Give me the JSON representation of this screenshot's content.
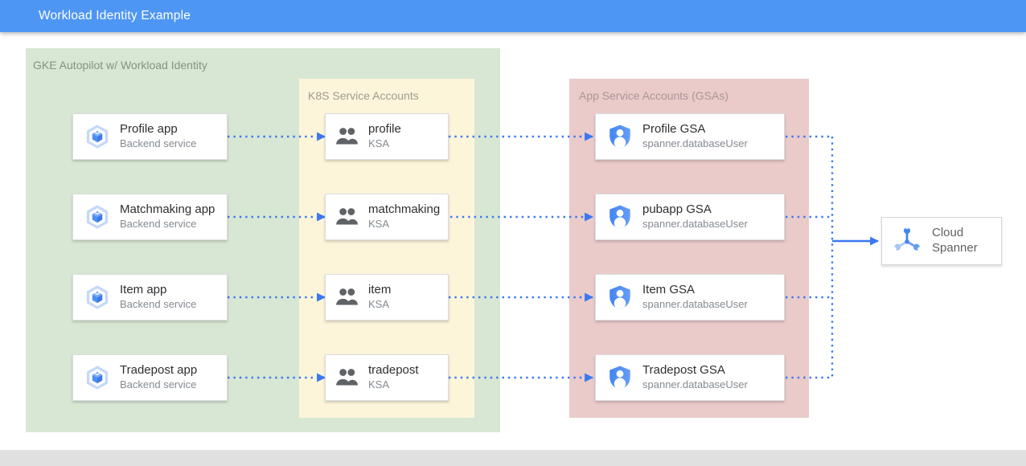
{
  "topbar": {
    "title": "Workload Identity Example"
  },
  "containers": {
    "gke_label": "GKE Autopilot w/ Workload Identity",
    "ksa_label": "K8S Service Accounts",
    "gsa_label": "App Service Accounts (GSAs)"
  },
  "rows": [
    {
      "app": {
        "name": "Profile app",
        "subtitle": "Backend service"
      },
      "ksa": {
        "name": "profile",
        "subtitle": "KSA"
      },
      "gsa": {
        "name": "Profile GSA",
        "subtitle": "spanner.databaseUser"
      }
    },
    {
      "app": {
        "name": "Matchmaking app",
        "subtitle": "Backend service"
      },
      "ksa": {
        "name": "matchmaking",
        "subtitle": "KSA"
      },
      "gsa": {
        "name": "pubapp GSA",
        "subtitle": "spanner.databaseUser"
      }
    },
    {
      "app": {
        "name": "Item app",
        "subtitle": "Backend service"
      },
      "ksa": {
        "name": "item",
        "subtitle": "KSA"
      },
      "gsa": {
        "name": "Item GSA",
        "subtitle": "spanner.databaseUser"
      }
    },
    {
      "app": {
        "name": "Tradepost app",
        "subtitle": "Backend service"
      },
      "ksa": {
        "name": "tradepost",
        "subtitle": "KSA"
      },
      "gsa": {
        "name": "Tradepost GSA",
        "subtitle": "spanner.databaseUser"
      }
    }
  ],
  "spanner": {
    "label": "Cloud Spanner"
  },
  "icons": {
    "app": "gke-hexagon-cube-icon",
    "ksa": "people-group-icon",
    "gsa": "shield-user-icon",
    "spanner": "spanner-wrenches-icon"
  },
  "palette": {
    "topbar_blue": "#4e96f3",
    "gke_green": "#d8e7d3",
    "ksa_yellow": "#fdf5da",
    "gsa_pink": "#eacbca",
    "arrow_blue": "#3b78f0",
    "footer_gray": "#e0e0e0"
  }
}
